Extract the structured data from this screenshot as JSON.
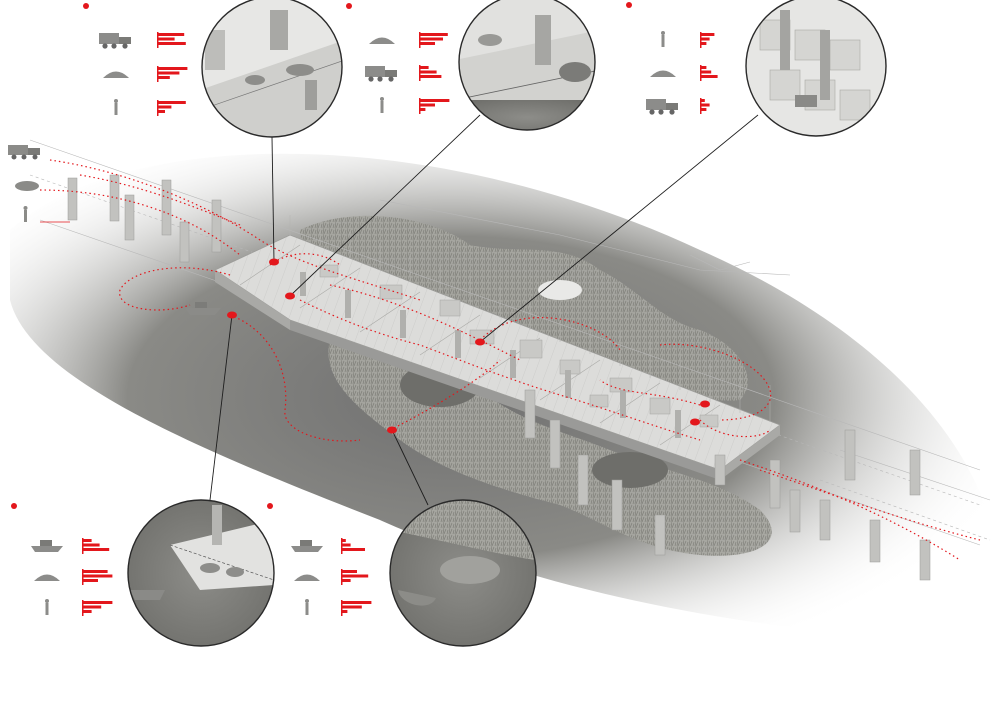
{
  "palette": {
    "accent": "#e3171c",
    "water": "#7d7d78",
    "vegetation": "#a8a8a1",
    "structure": "#d6d6d4",
    "column": "#bdbdba",
    "icon": "#8c8c8a",
    "lens_frame": "#2a2a2a"
  },
  "icon_kinds": [
    "truck-icon",
    "sand-pile-icon",
    "person-icon",
    "boat-icon"
  ],
  "legend_groups": [
    {
      "rows": [
        {
          "icon": "truck-icon",
          "bars": [
            0.85,
            0.55,
            0.9
          ]
        },
        {
          "icon": "sand-pile-icon",
          "bars": [
            0.95,
            0.7,
            0.4
          ]
        },
        {
          "icon": "person-icon",
          "bars": [
            0.9,
            0.45,
            0.25
          ]
        }
      ]
    },
    {
      "rows": [
        {
          "icon": "sand-pile-icon",
          "bars": [
            0.9,
            0.75,
            0.5
          ]
        },
        {
          "icon": "truck-icon",
          "bars": [
            0.3,
            0.55,
            0.7
          ]
        },
        {
          "icon": "person-icon",
          "bars": [
            0.95,
            0.5,
            0.2
          ]
        }
      ]
    },
    {
      "rows": [
        {
          "icon": "person-icon",
          "bars": [
            0.45,
            0.3,
            0.2
          ]
        },
        {
          "icon": "sand-pile-icon",
          "bars": [
            0.2,
            0.35,
            0.55
          ]
        },
        {
          "icon": "truck-icon",
          "bars": [
            0.15,
            0.3,
            0.2
          ]
        }
      ]
    },
    {
      "rows": [
        {
          "icon": "boat-icon",
          "bars": [
            0.3,
            0.55,
            0.85
          ]
        },
        {
          "icon": "sand-pile-icon",
          "bars": [
            0.8,
            0.95,
            0.5
          ]
        },
        {
          "icon": "person-icon",
          "bars": [
            0.95,
            0.6,
            0.3
          ]
        }
      ]
    },
    {
      "rows": [
        {
          "icon": "boat-icon",
          "bars": [
            0.15,
            0.3,
            0.75
          ]
        },
        {
          "icon": "sand-pile-icon",
          "bars": [
            0.5,
            0.85,
            0.3
          ]
        },
        {
          "icon": "person-icon",
          "bars": [
            0.95,
            0.65,
            0.2
          ]
        }
      ]
    }
  ]
}
